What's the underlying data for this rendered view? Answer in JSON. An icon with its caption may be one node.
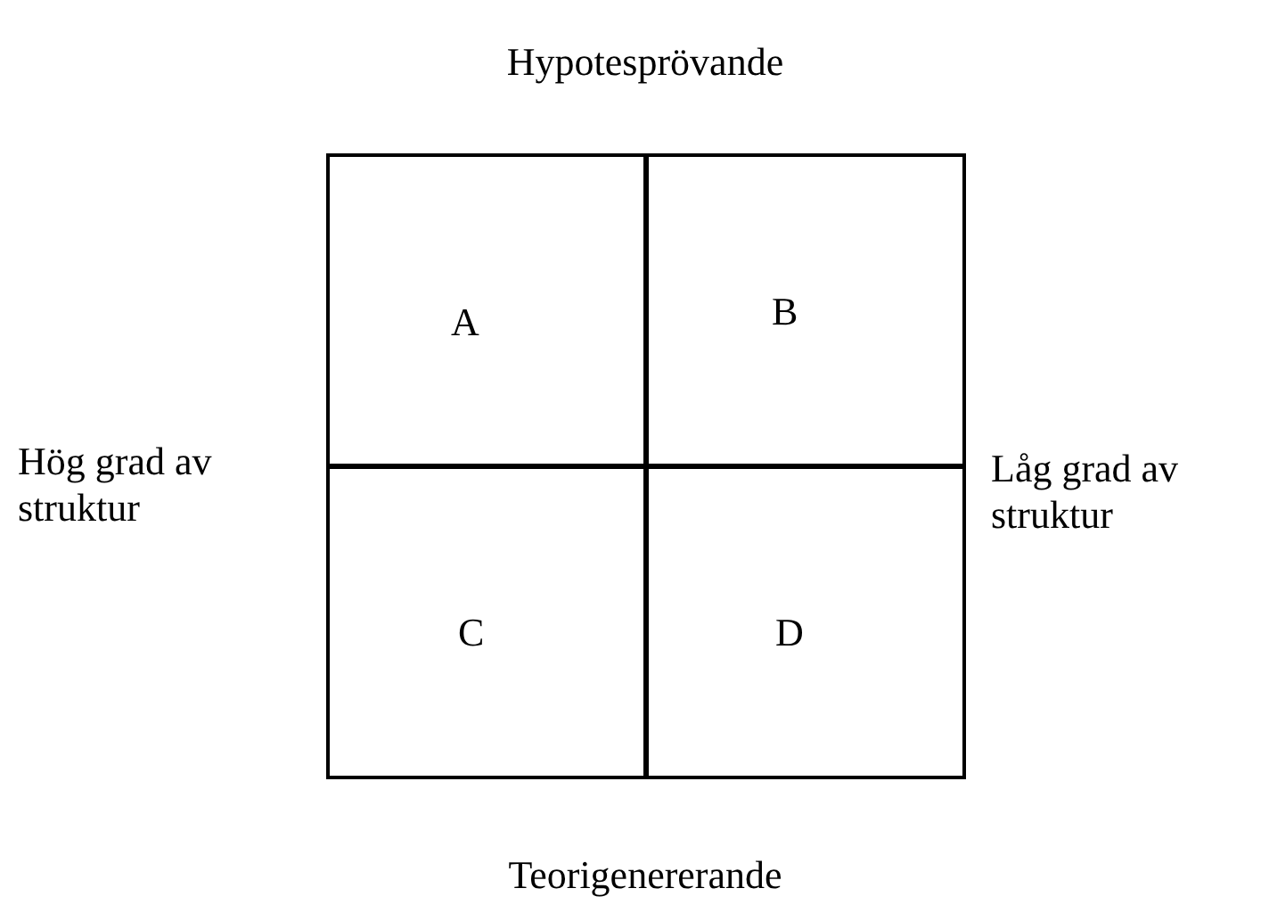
{
  "diagram": {
    "nodes": [
      {
        "text": [
          "A"
        ]
      },
      {
        "text": [
          "B"
        ]
      },
      {
        "text": [
          "C"
        ]
      },
      {
        "text": [
          "D"
        ]
      }
    ],
    "labels": [
      "Hypotesprövande",
      "Hög grad av struktur",
      "Låg grad av struktur",
      "Teorigenererande"
    ]
  }
}
